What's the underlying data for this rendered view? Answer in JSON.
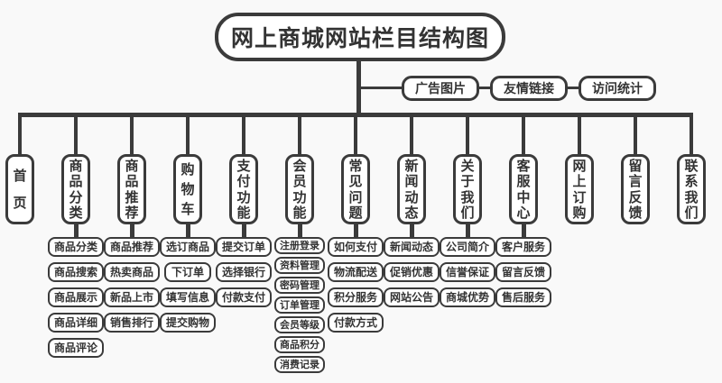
{
  "title": "网上商城网站栏目结构图",
  "top_links": [
    {
      "label": "广告图片"
    },
    {
      "label": "友情链接"
    },
    {
      "label": "访问统计"
    }
  ],
  "columns": [
    {
      "label": "首页",
      "children": []
    },
    {
      "label": "商品分类",
      "children": [
        "商品分类",
        "商品搜索",
        "商品展示",
        "商品详细",
        "商品评论"
      ]
    },
    {
      "label": "商品推荐",
      "children": [
        "商品推荐",
        "热卖商品",
        "新品上市",
        "销售排行"
      ]
    },
    {
      "label": "购物车",
      "children": [
        "选订商品",
        "下订单",
        "填写信息",
        "提交购物"
      ]
    },
    {
      "label": "支付功能",
      "children": [
        "提交订单",
        "选择银行",
        "付款支付"
      ]
    },
    {
      "label": "会员功能",
      "children": [
        "注册登录",
        "资料管理",
        "密码管理",
        "订单管理",
        "会员等级",
        "商品积分",
        "消费记录"
      ]
    },
    {
      "label": "常见问题",
      "children": [
        "如何支付",
        "物流配送",
        "积分服务",
        "付款方式"
      ]
    },
    {
      "label": "新闻动态",
      "children": [
        "新闻动态",
        "促销优惠",
        "网站公告"
      ]
    },
    {
      "label": "关于我们",
      "children": [
        "公司简介",
        "信誉保证",
        "商城优势"
      ]
    },
    {
      "label": "客服中心",
      "children": [
        "客户服务",
        "留言反馈",
        "售后服务"
      ]
    },
    {
      "label": "网上订购",
      "children": []
    },
    {
      "label": "留言反馈",
      "children": []
    },
    {
      "label": "联系我们",
      "children": []
    }
  ],
  "colors": {
    "stroke": "#3b3b3b",
    "background": "#f9f9f9",
    "box_fill": "#ffffff",
    "text": "#333333"
  }
}
